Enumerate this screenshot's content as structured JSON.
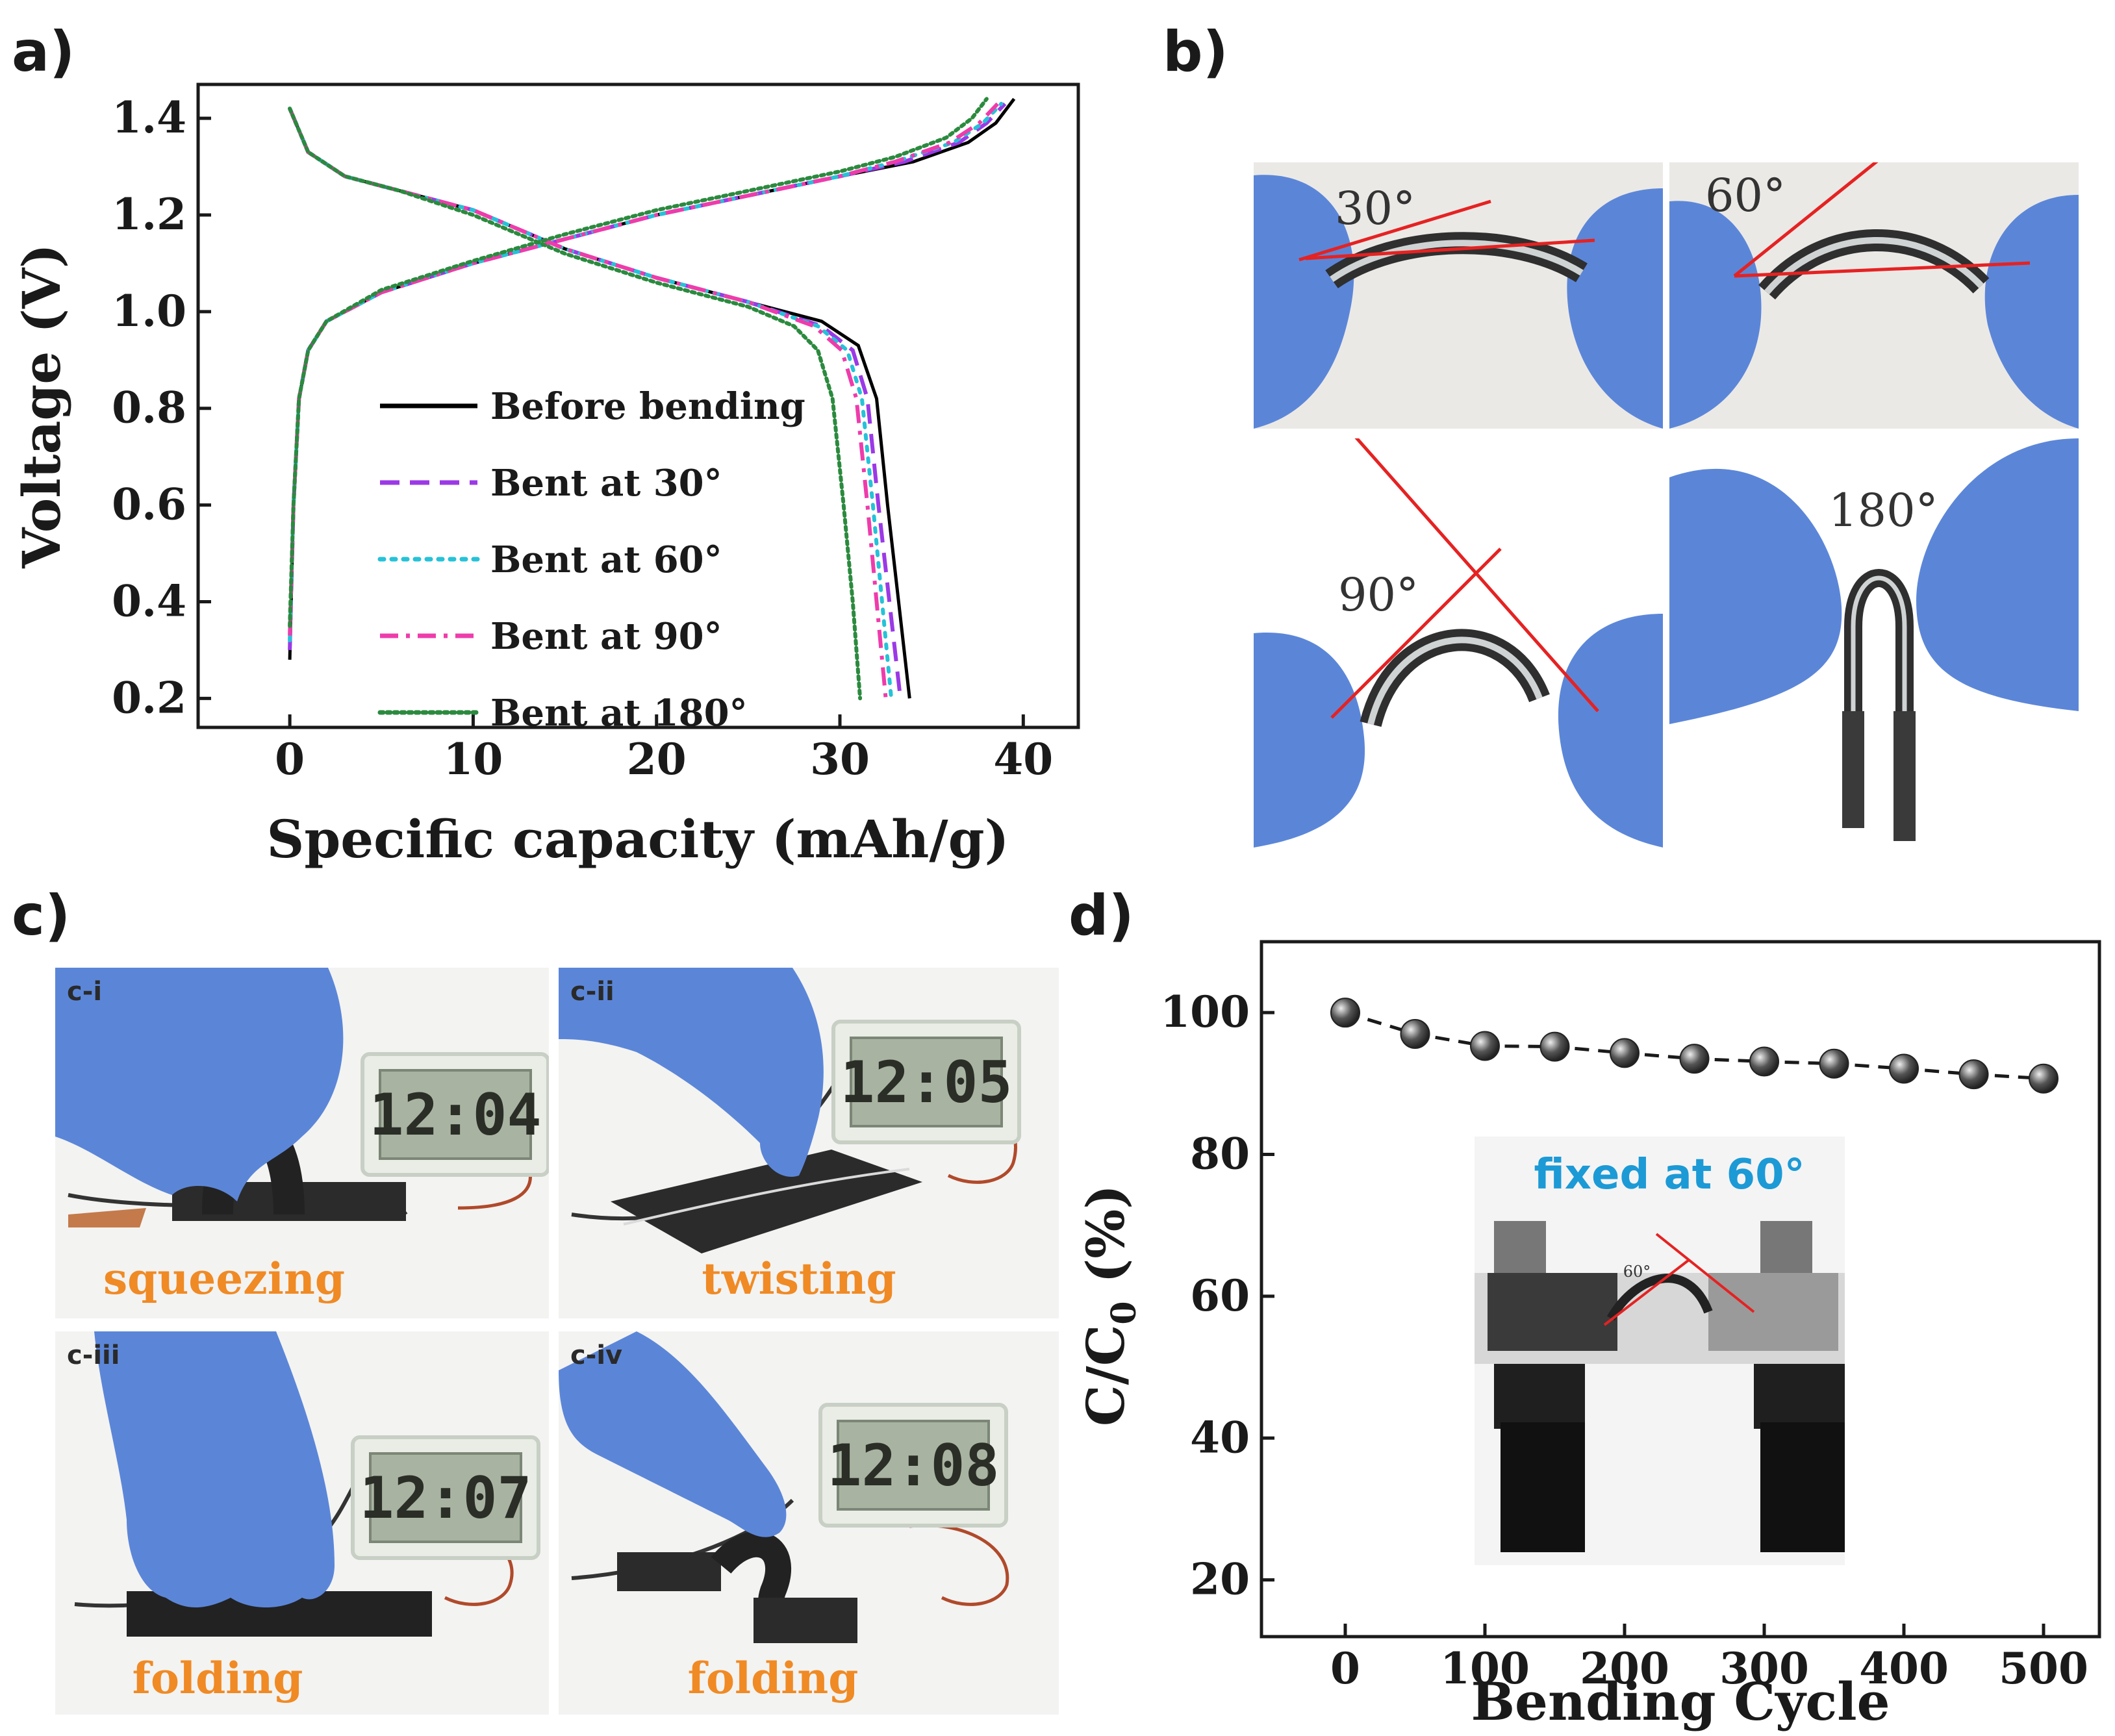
{
  "panels": {
    "a": "a)",
    "b": "b)",
    "c": "c)",
    "d": "d)"
  },
  "colors": {
    "before": "#000000",
    "bent30": "#9b39e6",
    "bent60": "#26c2d8",
    "bent90": "#ee3cab",
    "bent180": "#2b8a3e",
    "caption": "#f08a24",
    "inset_caption": "#1c9ad6",
    "angle_line": "#e52222",
    "glove": "#5b86d8",
    "marker": "#555555"
  },
  "chart_data": [
    {
      "panel": "a",
      "type": "line",
      "xlabel": "Specific capacity (mAh/g)",
      "ylabel": "Voltage (V)",
      "xlim": [
        -5,
        43
      ],
      "ylim": [
        0.14,
        1.47
      ],
      "xticks": [
        0,
        10,
        20,
        30,
        40
      ],
      "yticks": [
        0.2,
        0.4,
        0.6,
        0.8,
        1.0,
        1.2,
        1.4
      ],
      "grid": false,
      "legend_position": "center-left",
      "series": [
        {
          "name": "Before bending",
          "style": "solid",
          "charge": [
            [
              0,
              0.28
            ],
            [
              0.2,
              0.6
            ],
            [
              0.5,
              0.82
            ],
            [
              1,
              0.92
            ],
            [
              2,
              0.98
            ],
            [
              5,
              1.04
            ],
            [
              10,
              1.1
            ],
            [
              15,
              1.15
            ],
            [
              20,
              1.2
            ],
            [
              25,
              1.24
            ],
            [
              30,
              1.28
            ],
            [
              34,
              1.31
            ],
            [
              37,
              1.35
            ],
            [
              38.5,
              1.39
            ],
            [
              39.5,
              1.44
            ]
          ],
          "discharge": [
            [
              0,
              1.42
            ],
            [
              1,
              1.33
            ],
            [
              3,
              1.28
            ],
            [
              6,
              1.25
            ],
            [
              10,
              1.21
            ],
            [
              15,
              1.13
            ],
            [
              20,
              1.07
            ],
            [
              25,
              1.02
            ],
            [
              29,
              0.98
            ],
            [
              31,
              0.93
            ],
            [
              32,
              0.82
            ],
            [
              32.6,
              0.6
            ],
            [
              33.2,
              0.4
            ],
            [
              33.8,
              0.2
            ]
          ]
        },
        {
          "name": "Bent at 30°",
          "style": "dashed",
          "charge": [
            [
              0,
              0.3
            ],
            [
              0.2,
              0.6
            ],
            [
              0.5,
              0.82
            ],
            [
              1,
              0.92
            ],
            [
              2,
              0.98
            ],
            [
              5,
              1.04
            ],
            [
              10,
              1.1
            ],
            [
              15,
              1.15
            ],
            [
              20,
              1.2
            ],
            [
              25,
              1.24
            ],
            [
              30,
              1.28
            ],
            [
              33.5,
              1.31
            ],
            [
              36.5,
              1.35
            ],
            [
              38,
              1.39
            ],
            [
              39,
              1.43
            ]
          ],
          "discharge": [
            [
              0,
              1.42
            ],
            [
              1,
              1.33
            ],
            [
              3,
              1.28
            ],
            [
              6,
              1.25
            ],
            [
              10,
              1.21
            ],
            [
              15,
              1.13
            ],
            [
              20,
              1.07
            ],
            [
              25,
              1.02
            ],
            [
              29,
              0.97
            ],
            [
              30.7,
              0.92
            ],
            [
              31.5,
              0.82
            ],
            [
              32.1,
              0.6
            ],
            [
              32.7,
              0.4
            ],
            [
              33.3,
              0.2
            ]
          ]
        },
        {
          "name": "Bent at 60°",
          "style": "dotted",
          "charge": [
            [
              0,
              0.32
            ],
            [
              0.2,
              0.6
            ],
            [
              0.5,
              0.82
            ],
            [
              1,
              0.92
            ],
            [
              2,
              0.98
            ],
            [
              5,
              1.04
            ],
            [
              10,
              1.1
            ],
            [
              15,
              1.15
            ],
            [
              20,
              1.2
            ],
            [
              25,
              1.24
            ],
            [
              30,
              1.28
            ],
            [
              33,
              1.31
            ],
            [
              36.2,
              1.35
            ],
            [
              37.8,
              1.39
            ],
            [
              38.8,
              1.43
            ]
          ],
          "discharge": [
            [
              0,
              1.42
            ],
            [
              1,
              1.33
            ],
            [
              3,
              1.28
            ],
            [
              6,
              1.25
            ],
            [
              10,
              1.21
            ],
            [
              15,
              1.13
            ],
            [
              20,
              1.07
            ],
            [
              25,
              1.02
            ],
            [
              28.8,
              0.97
            ],
            [
              30.4,
              0.92
            ],
            [
              31.2,
              0.82
            ],
            [
              31.8,
              0.6
            ],
            [
              32.3,
              0.4
            ],
            [
              32.8,
              0.2
            ]
          ]
        },
        {
          "name": "Bent at 90°",
          "style": "dashdot",
          "charge": [
            [
              0,
              0.33
            ],
            [
              0.2,
              0.6
            ],
            [
              0.5,
              0.82
            ],
            [
              1,
              0.92
            ],
            [
              2,
              0.98
            ],
            [
              5,
              1.04
            ],
            [
              10,
              1.1
            ],
            [
              15,
              1.15
            ],
            [
              20,
              1.2
            ],
            [
              25,
              1.24
            ],
            [
              30,
              1.28
            ],
            [
              33,
              1.31
            ],
            [
              36,
              1.35
            ],
            [
              37.6,
              1.39
            ],
            [
              38.6,
              1.43
            ]
          ],
          "discharge": [
            [
              0,
              1.42
            ],
            [
              1,
              1.33
            ],
            [
              3,
              1.28
            ],
            [
              6,
              1.25
            ],
            [
              10,
              1.21
            ],
            [
              15,
              1.13
            ],
            [
              20,
              1.07
            ],
            [
              25,
              1.02
            ],
            [
              28.6,
              0.97
            ],
            [
              30.1,
              0.92
            ],
            [
              30.9,
              0.82
            ],
            [
              31.5,
              0.6
            ],
            [
              32,
              0.4
            ],
            [
              32.5,
              0.2
            ]
          ]
        },
        {
          "name": "Bent at 180°",
          "style": "dotted-dense",
          "charge": [
            [
              0,
              0.35
            ],
            [
              0.2,
              0.6
            ],
            [
              0.5,
              0.82
            ],
            [
              1,
              0.92
            ],
            [
              2,
              0.98
            ],
            [
              5,
              1.045
            ],
            [
              10,
              1.105
            ],
            [
              15,
              1.16
            ],
            [
              20,
              1.21
            ],
            [
              25,
              1.25
            ],
            [
              30,
              1.29
            ],
            [
              33,
              1.32
            ],
            [
              35.8,
              1.36
            ],
            [
              37.2,
              1.4
            ],
            [
              38,
              1.44
            ]
          ],
          "discharge": [
            [
              0,
              1.42
            ],
            [
              1,
              1.33
            ],
            [
              3,
              1.28
            ],
            [
              6,
              1.25
            ],
            [
              10,
              1.2
            ],
            [
              15,
              1.12
            ],
            [
              20,
              1.06
            ],
            [
              25,
              1.01
            ],
            [
              27.5,
              0.97
            ],
            [
              28.8,
              0.92
            ],
            [
              29.6,
              0.82
            ],
            [
              30.2,
              0.6
            ],
            [
              30.7,
              0.4
            ],
            [
              31.1,
              0.2
            ]
          ]
        }
      ]
    },
    {
      "panel": "d",
      "type": "scatter",
      "xlabel": "Bending Cycle",
      "ylabel": "C/C0 (%)",
      "ylabel_main": "C/C",
      "ylabel_sub": "0",
      "ylabel_tail": " (%)",
      "xlim": [
        -60,
        540
      ],
      "ylim": [
        12,
        110
      ],
      "xticks": [
        0,
        100,
        200,
        300,
        400,
        500
      ],
      "yticks": [
        20,
        40,
        60,
        80,
        100
      ],
      "grid": false,
      "x": [
        0,
        50,
        100,
        150,
        200,
        250,
        300,
        350,
        400,
        450,
        500
      ],
      "y": [
        100,
        97,
        95.3,
        95.2,
        94.3,
        93.5,
        93.1,
        92.8,
        92.1,
        91.3,
        90.7
      ],
      "line_style": "dashed"
    }
  ],
  "photos_b": {
    "p30": "30°",
    "p60": "60°",
    "p90": "90°",
    "p180": "180°"
  },
  "photos_c": [
    {
      "label": "c-i",
      "clock": "12:04",
      "caption": "squeezing"
    },
    {
      "label": "c-ii",
      "clock": "12:05",
      "caption": "twisting"
    },
    {
      "label": "c-iii",
      "clock": "12:07",
      "caption": "folding"
    },
    {
      "label": "c-iv",
      "clock": "12:08",
      "caption": "folding"
    }
  ],
  "inset_d": {
    "caption": "fixed at 60°",
    "angle": "60°"
  }
}
